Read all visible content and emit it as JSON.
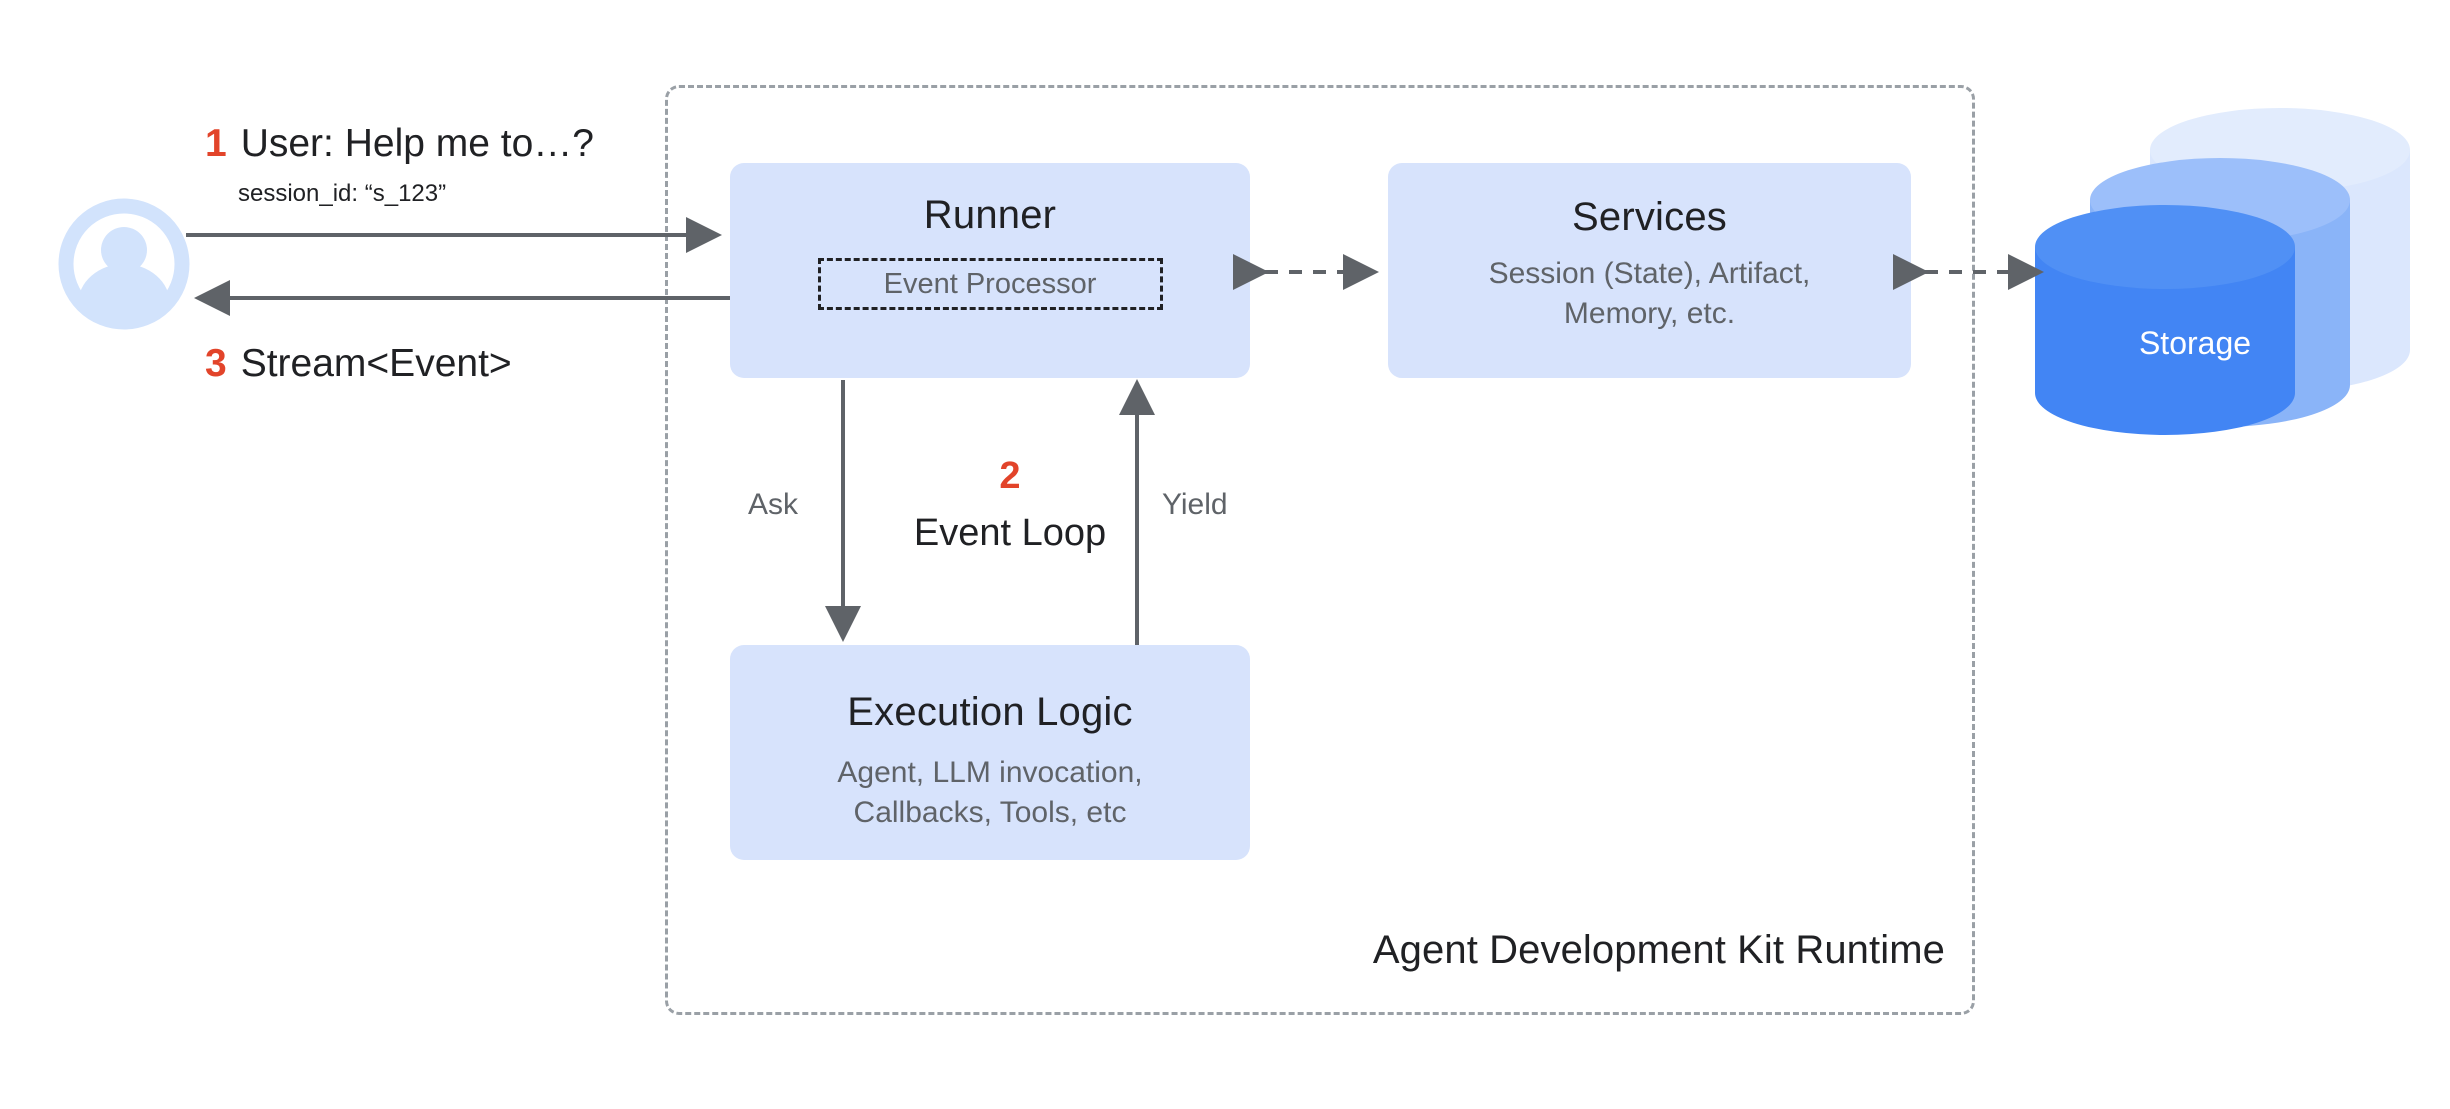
{
  "diagram": {
    "container": {
      "label": "Agent Development Kit Runtime",
      "border_style": "dashed",
      "border_color": "#9aa0a6"
    },
    "actor": {
      "icon": "user-avatar-icon",
      "color": "#d2e3fc"
    },
    "annotations": {
      "step1_num": "1",
      "step1_text": "User: Help me to…?",
      "step1_detail": "session_id: “s_123”",
      "step3_num": "3",
      "step3_text": "Stream<Event>",
      "step2_num": "2",
      "step2_text": "Event Loop",
      "ask_label": "Ask",
      "yield_label": "Yield",
      "accent_color": "#e2442a"
    },
    "nodes": {
      "runner": {
        "title": "Runner",
        "inner_label": "Event Processor",
        "fill": "#d7e3fc"
      },
      "services": {
        "title": "Services",
        "subtitle": "Session (State), Artifact,\nMemory, etc.",
        "fill": "#d7e3fc"
      },
      "execution": {
        "title": "Execution Logic",
        "subtitle": "Agent, LLM invocation,\nCallbacks, Tools, etc",
        "fill": "#d7e3fc"
      },
      "storage": {
        "title": "Storage",
        "front_fill": "#4285f4",
        "mid_fill": "#8ab4f8",
        "back_fill": "#d2e3fc",
        "text_color": "#ffffff"
      }
    }
  }
}
